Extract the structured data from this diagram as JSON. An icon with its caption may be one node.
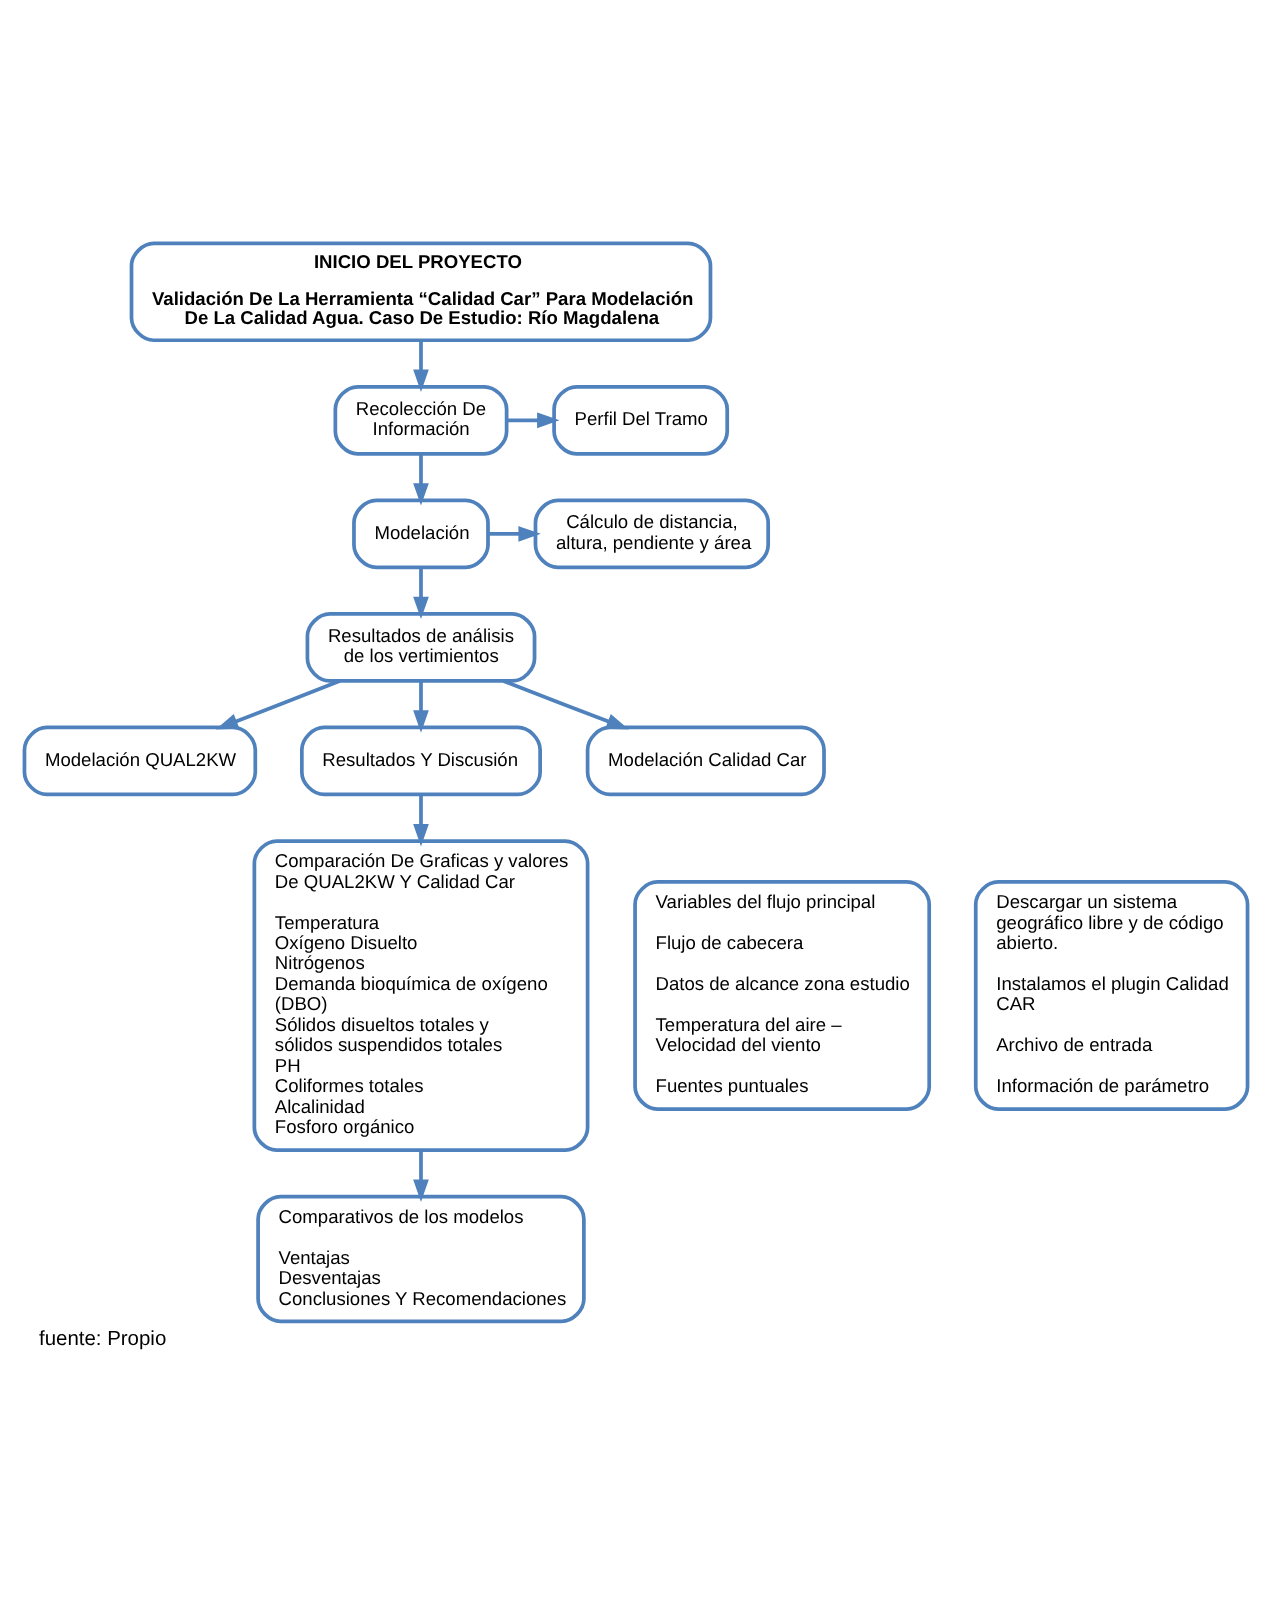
{
  "diagram": {
    "caption": "fuente: Propio",
    "nodes": [
      {
        "text": [
          "INICIO DEL PROYECTO",
          "Validación De La Herramienta “Calidad Car” Para Modelación De La Calidad Agua. Caso De Estudio: Río Magdalena"
        ]
      },
      {
        "text": [
          "Recolección De Información"
        ]
      },
      {
        "text": [
          "Perfil Del Tramo"
        ]
      },
      {
        "text": [
          "Cálculo de distancia, altura, pendiente y área"
        ]
      },
      {
        "text": [
          "Modelación"
        ]
      },
      {
        "text": [
          "Resultados de análisis de los vertimientos"
        ]
      },
      {
        "text": [
          "Modelación QUAL2KW"
        ]
      },
      {
        "text": [
          "Resultados Y Discusión"
        ]
      },
      {
        "text": [
          "Modelación Calidad Car"
        ]
      },
      {
        "text": [
          "Variables del flujo principal",
          "Flujo de cabecera",
          "Datos de alcance zona estudio",
          "Temperatura del aire – Velocidad del viento",
          "Fuentes puntuales"
        ]
      },
      {
        "text": [
          "Comparación De Graficas y valores De QUAL2KW Y Calidad Car",
          "Temperatura",
          "Oxígeno Disuelto",
          "Nitrógenos",
          "Demanda bioquímica de oxígeno (DBO)",
          "Sólidos disueltos totales y sólidos suspendidos totales",
          "PH",
          "Coliformes totales",
          "Alcalinidad",
          "Fosforo orgánico"
        ]
      },
      {
        "text": [
          "Descargar un sistema geográfico libre y de código abierto.",
          "Instalamos el plugin Calidad CAR",
          "Archivo de entrada",
          "Información de parámetro"
        ]
      },
      {
        "text": [
          "Comparativos de los modelos",
          "Ventajas",
          "Desventajas",
          "Conclusiones Y Recomendaciones"
        ]
      }
    ],
    "edges": [
      {
        "from": 0,
        "to": 1,
        "arrow": "to"
      },
      {
        "from": 1,
        "to": 2,
        "arrow": "to"
      },
      {
        "from": 1,
        "to": 4,
        "arrow": "to"
      },
      {
        "from": 4,
        "to": 3,
        "arrow": "to"
      },
      {
        "from": 4,
        "to": 5,
        "arrow": "to"
      },
      {
        "from": 5,
        "to": 6,
        "arrow": "to"
      },
      {
        "from": 5,
        "to": 7,
        "arrow": "to"
      },
      {
        "from": 5,
        "to": 8,
        "arrow": "to"
      },
      {
        "from": 7,
        "to": 10,
        "arrow": "to"
      },
      {
        "from": 10,
        "to": 12,
        "arrow": "to"
      }
    ]
  }
}
